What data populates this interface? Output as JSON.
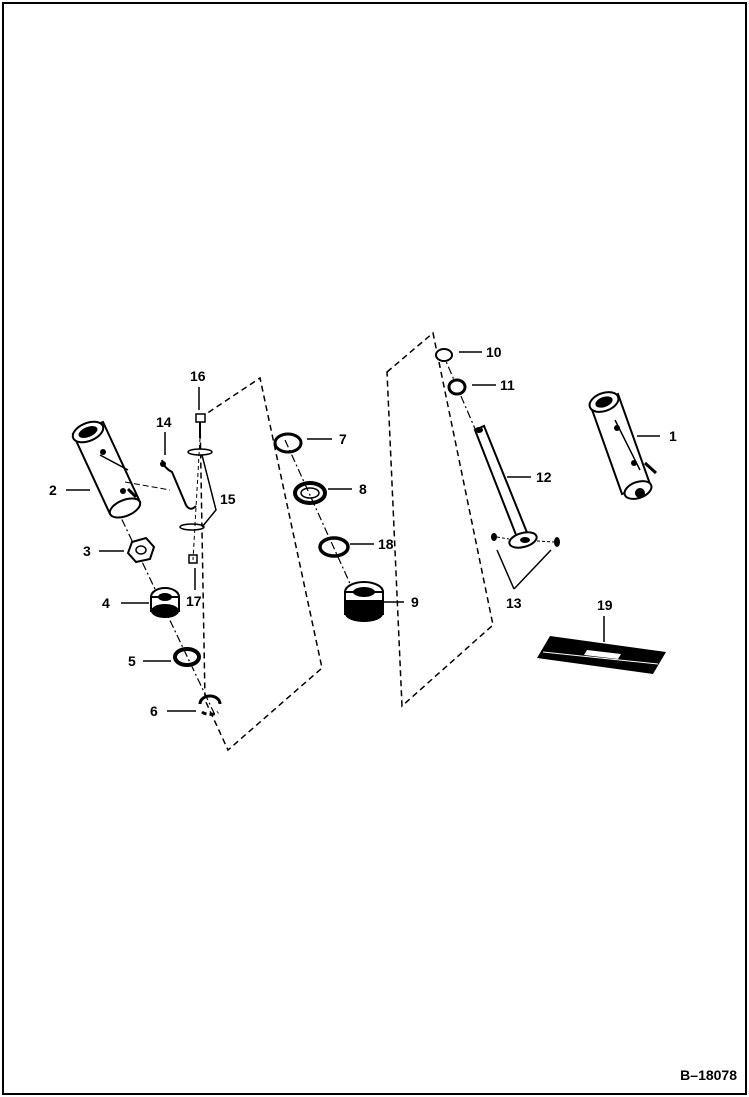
{
  "document_code": "B–18078",
  "callouts": {
    "c1": "1",
    "c2": "2",
    "c3": "3",
    "c4": "4",
    "c5": "5",
    "c6": "6",
    "c7": "7",
    "c8": "8",
    "c9": "9",
    "c10": "10",
    "c11": "11",
    "c12": "12",
    "c13": "13",
    "c14": "14",
    "c15": "15",
    "c16": "16",
    "c17": "17",
    "c18": "18",
    "c19": "19"
  }
}
